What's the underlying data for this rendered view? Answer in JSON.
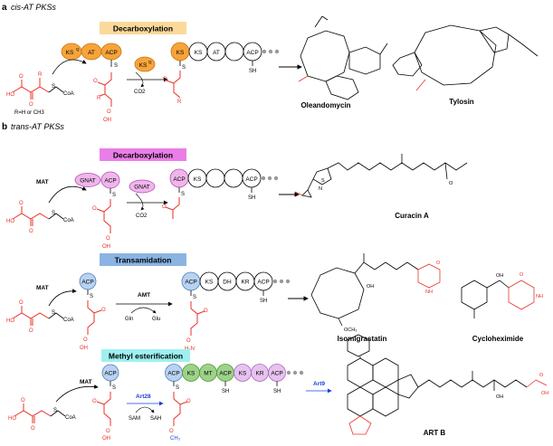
{
  "sections": {
    "a": {
      "letter": "a",
      "title": "cis-AT PKSs"
    },
    "b": {
      "letter": "b",
      "title": "trans-AT PKSs"
    }
  },
  "rows": {
    "cis": {
      "label": "Decarboxylation",
      "enzymes": [
        "KS",
        "AT",
        "ACP"
      ],
      "ks_superscript": "Q",
      "free_enzyme": "KS",
      "module": [
        "KS",
        "KS",
        "AT",
        "ACP"
      ],
      "byproduct": "CO2",
      "substituent": "R=H or CH3",
      "coa": "CoA",
      "r_label": "R",
      "sh": "SH",
      "products": [
        "Oleandomycin",
        "Tylosin"
      ]
    },
    "curacin": {
      "label": "Decarboxylation",
      "mat": "MAT",
      "enzymes": [
        "GNAT",
        "ACP"
      ],
      "free_enzyme": "GNAT",
      "module": [
        "ACP",
        "KS",
        "",
        "ACP"
      ],
      "byproduct": "CO2",
      "coa": "CoA",
      "sh": "SH",
      "product": "Curacin A"
    },
    "transamidation": {
      "label": "Transamidation",
      "mat": "MAT",
      "enzyme": "ACP",
      "amt": "AMT",
      "cosubstrates": [
        "Gln",
        "Glu"
      ],
      "module": [
        "ACP",
        "KS",
        "DH",
        "KR",
        "ACP"
      ],
      "coa": "CoA",
      "sh": "SH",
      "products": [
        "Isomigrastatin",
        "Cycloheximide"
      ]
    },
    "methyl": {
      "label": "Methyl esterification",
      "mat": "MAT",
      "enzyme": "ACP",
      "art28": "Art28",
      "cosubstrates": [
        "SAM",
        "SAH"
      ],
      "module": [
        "ACP",
        "KS",
        "MT",
        "ACP",
        "KS",
        "KR",
        "ACP"
      ],
      "art9": "Art9",
      "coa": "CoA",
      "sh": "SH",
      "product": "ART B"
    }
  }
}
